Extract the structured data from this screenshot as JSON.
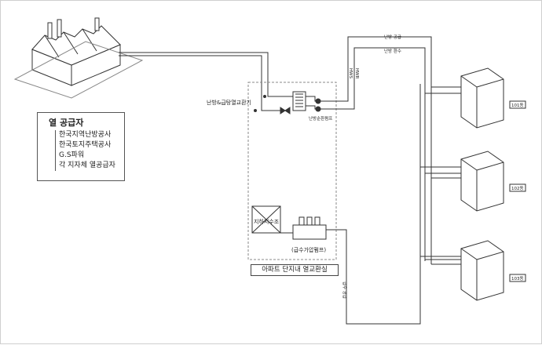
{
  "legend": {
    "title": "열 공급자",
    "items": [
      "한국지역난방공사",
      "한국토지주택공사",
      "G.S파워",
      "각 지자체 열공급자"
    ]
  },
  "labels": {
    "heat_exchanger": "난방&급탕열교환기",
    "circ_pump": "난방순환펌프",
    "supply_line": "난방 공급",
    "return_line": "난방 환수",
    "hws": "HWS",
    "hwr": "HWR",
    "tank": "지하저수조",
    "booster_pump": "(급수가압펌프)",
    "water_supply": "급수 공급",
    "complex_room": "아파트 단지내 열교환실"
  },
  "buildings": [
    "101동",
    "102동",
    "103동"
  ]
}
